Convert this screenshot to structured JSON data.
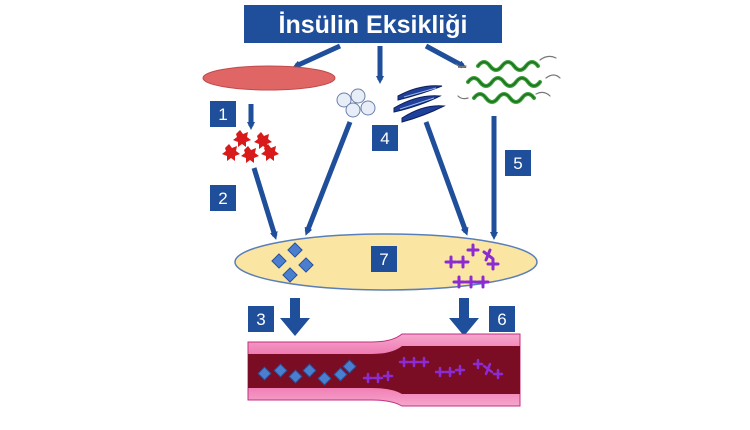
{
  "title": "İnsülin Eksikliği",
  "labels": [
    "1",
    "2",
    "3",
    "4",
    "5",
    "6",
    "7"
  ],
  "colors": {
    "title_bg": "#1f4e9a",
    "label_bg": "#1f4e9a",
    "arrow": "#1f4e9a",
    "red_ellipse": "#e06666",
    "red_particles": "#d91a1a",
    "yellow_ellipse": "#fbe5a2",
    "blue_diamond": "#4a7fcf",
    "purple_cross": "#8b2bd1",
    "vessel_outer": "#e85aa0",
    "vessel_inner": "#7a0c24",
    "fibers": "#3aa13a"
  },
  "icons": [
    "red-cell-icon",
    "red-particles-icon",
    "fat-droplets-icon",
    "muscle-fibers-icon",
    "protein-helix-icon",
    "glucose-diamond-icon",
    "ketone-cross-icon",
    "blood-vessel-icon"
  ]
}
